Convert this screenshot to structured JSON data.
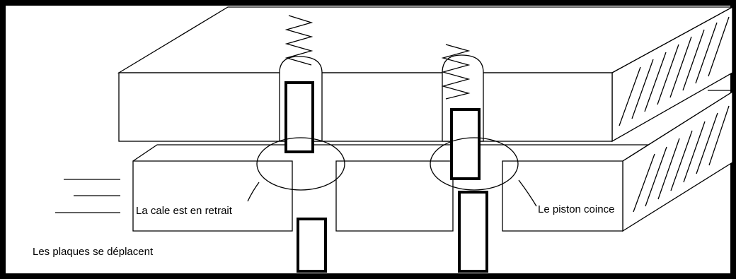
{
  "diagram": {
    "labels": {
      "wedge_retracted": "La cale est en retrait",
      "piston_jams": "Le piston coince",
      "plates_move": "Les plaques se déplacent"
    },
    "colors": {
      "line": "#000000",
      "background": "#ffffff",
      "border": "#000000"
    }
  }
}
